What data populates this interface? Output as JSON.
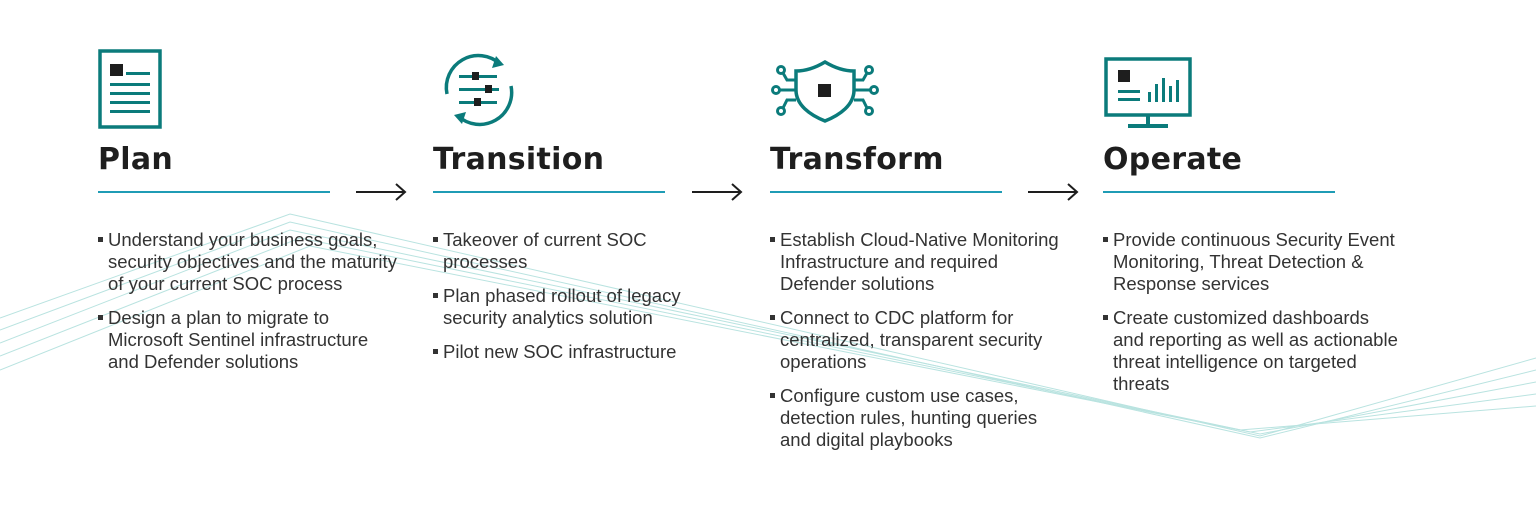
{
  "colors": {
    "accent": "#1f9cb5",
    "icon": "#0b7b7b",
    "title": "#1e1e1e",
    "text": "#333333",
    "background_lines": "#b9e3e0"
  },
  "phases": [
    {
      "title": "Plan",
      "icon": "document-icon",
      "bullets": [
        "Understand your business goals, security objectives and the maturity of your current SOC process",
        "Design a plan to migrate to Microsoft Sentinel infrastructure and Defender solutions"
      ]
    },
    {
      "title": "Transition",
      "icon": "sliders-cycle-icon",
      "bullets": [
        "Takeover of current SOC processes",
        "Plan phased rollout of legacy security analytics solution",
        "Pilot new SOC infrastructure"
      ]
    },
    {
      "title": "Transform",
      "icon": "shield-circuit-icon",
      "bullets": [
        "Establish Cloud-Native Monitoring Infrastructure and required Defender solutions",
        "Connect to CDC platform for centralized, transparent security operations",
        "Configure custom use cases, detection rules, hunting queries and digital playbooks"
      ]
    },
    {
      "title": "Operate",
      "icon": "monitor-dashboard-icon",
      "bullets": [
        "Provide continuous Security Event Monitoring, Threat Detection & Response services",
        "Create customized dashboards and reporting as well as actionable threat intelligence on targeted threats"
      ]
    }
  ]
}
